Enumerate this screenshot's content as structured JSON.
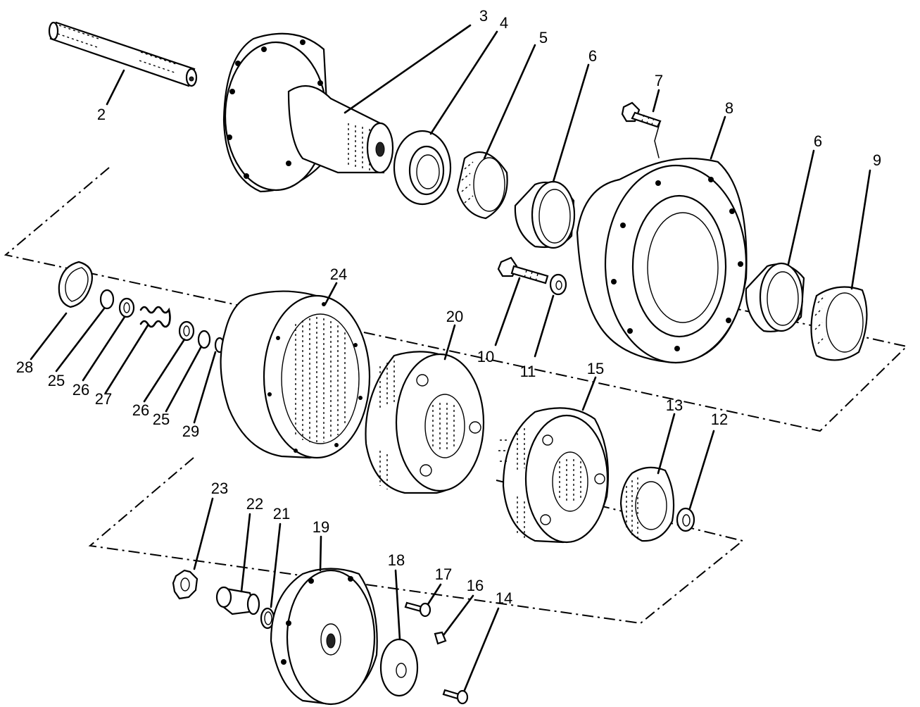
{
  "callouts": [
    {
      "id": "c2",
      "text": "2"
    },
    {
      "id": "c3",
      "text": "3"
    },
    {
      "id": "c4",
      "text": "4"
    },
    {
      "id": "c5",
      "text": "5"
    },
    {
      "id": "c6a",
      "text": "6"
    },
    {
      "id": "c7",
      "text": "7"
    },
    {
      "id": "c8",
      "text": "8"
    },
    {
      "id": "c6b",
      "text": "6"
    },
    {
      "id": "c9",
      "text": "9"
    },
    {
      "id": "c24",
      "text": "24"
    },
    {
      "id": "c20",
      "text": "20"
    },
    {
      "id": "c10",
      "text": "10"
    },
    {
      "id": "c11",
      "text": "11"
    },
    {
      "id": "c15",
      "text": "15"
    },
    {
      "id": "c13",
      "text": "13"
    },
    {
      "id": "c12",
      "text": "12"
    },
    {
      "id": "c28",
      "text": "28"
    },
    {
      "id": "c25a",
      "text": "25"
    },
    {
      "id": "c26a",
      "text": "26"
    },
    {
      "id": "c27",
      "text": "27"
    },
    {
      "id": "c26b",
      "text": "26"
    },
    {
      "id": "c25b",
      "text": "25"
    },
    {
      "id": "c29",
      "text": "29"
    },
    {
      "id": "c23",
      "text": "23"
    },
    {
      "id": "c22",
      "text": "22"
    },
    {
      "id": "c21",
      "text": "21"
    },
    {
      "id": "c19",
      "text": "19"
    },
    {
      "id": "c18",
      "text": "18"
    },
    {
      "id": "c17",
      "text": "17"
    },
    {
      "id": "c16",
      "text": "16"
    },
    {
      "id": "c14",
      "text": "14"
    }
  ]
}
